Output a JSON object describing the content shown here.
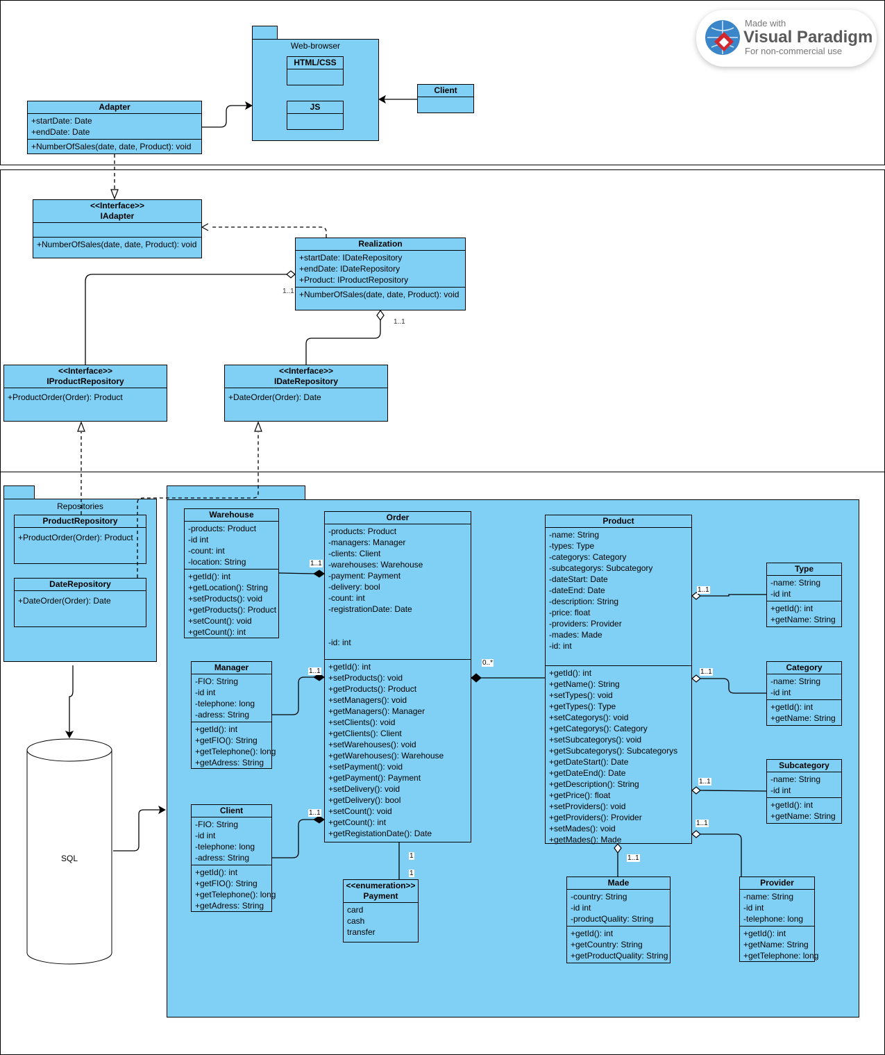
{
  "watermark": {
    "made_with": "Made with",
    "brand": "Visual Paradigm",
    "note": "For non-commercial use"
  },
  "web_browser": {
    "name": "Web-browser",
    "html_css": "HTML/CSS",
    "js": "JS"
  },
  "client_box": {
    "name": "Client"
  },
  "adapter": {
    "name": "Adapter",
    "attrs": [
      "+startDate:  Date",
      "+endDate: Date"
    ],
    "ops": [
      "+NumberOfSales(date, date, Product):  void"
    ]
  },
  "iadapter": {
    "stereotype": "<<Interface>>",
    "name": "IAdapter",
    "ops": [
      "+NumberOfSales(date, date, Product):  void"
    ]
  },
  "realization": {
    "name": "Realization",
    "attrs": [
      "+startDate: IDateRepository",
      "+endDate: IDateRepository",
      "+Product: IProductRepository"
    ],
    "ops": [
      "+NumberOfSales(date, date, Product):  void"
    ]
  },
  "iproductrepository": {
    "stereotype": "<<Interface>>",
    "name": "IProductRepository",
    "ops": [
      "+ProductOrder(Order): Product"
    ]
  },
  "idaterepository": {
    "stereotype": "<<Interface>>",
    "name": "IDateRepository",
    "ops": [
      "+DateOrder(Order): Date"
    ]
  },
  "repositories": {
    "name": "Repositories"
  },
  "productrepository": {
    "name": "ProductRepository",
    "ops": [
      "+ProductOrder(Order): Product"
    ]
  },
  "daterepository": {
    "name": "DateRepository",
    "ops": [
      "+DateOrder(Order): Date"
    ]
  },
  "sql": {
    "name": "SQL"
  },
  "warehouse": {
    "name": "Warehouse",
    "attrs": [
      "-products: Product",
      "-id int",
      "-count: int",
      "-location: String"
    ],
    "ops": [
      "+getId(): int",
      "+getLocation(): String",
      "+setProducts(): void",
      "+getProducts(): Product",
      "+setCount(): void",
      "+getCount(): int"
    ]
  },
  "manager": {
    "name": "Manager",
    "attrs": [
      "-FIO: String",
      "-id int",
      "-telephone: long",
      "-adress: String"
    ],
    "ops": [
      "+getId(): int",
      "+getFIO(): String",
      "+getTelephone(): long",
      "+getAdress: String"
    ]
  },
  "client": {
    "name": "Client",
    "attrs": [
      "-FIO: String",
      "-id int",
      "-telephone: long",
      "-adress: String"
    ],
    "ops": [
      "+getId(): int",
      "+getFIO(): String",
      "+getTelephone(): long",
      "+getAdress: String"
    ]
  },
  "order": {
    "name": "Order",
    "attrs": [
      "-products: Product",
      "-managers: Manager",
      "-clients: Client",
      "-warehouses: Warehouse",
      "-payment: Payment",
      "-delivery: bool",
      "-count: int",
      "-registrationDate: Date",
      "",
      "",
      "-id: int"
    ],
    "ops": [
      "+getId(): int",
      "+setProducts(): void",
      "+getProducts(): Product",
      "+setManagers(): void",
      "+getManagers(): Manager",
      "+setClients(): void",
      "+getClients(): Client",
      "+setWarehouses(): void",
      "+getWarehouses(): Warehouse",
      "+setPayment(): void",
      "+getPayment(): Payment",
      "+setDelivery(): void",
      "+getDelivery(): bool",
      "+setCount(): void",
      "+getCount(): int",
      "+getRegistationDate(): Date"
    ]
  },
  "payment": {
    "stereotype": "<<enumeration>>",
    "name": "Payment",
    "values": [
      "card",
      "cash",
      "transfer"
    ]
  },
  "product": {
    "name": "Product",
    "attrs": [
      "-name: String",
      "-types: Type",
      "-categorys: Category",
      "-subcategorys: Subcategory",
      "-dateStart: Date",
      "-dateEnd: Date",
      "-description: String",
      "-price: float",
      "-providers: Provider",
      "-mades: Made",
      "-id: int"
    ],
    "ops": [
      "+getId(): int",
      "+getName(): String",
      "+setTypes(): void",
      "+getTypes(): Type",
      "+setCategorys(): void",
      "+getCategorys(): Category",
      "+setSubcategorys(): void",
      "+getSubcategorys(): Subcategorys",
      "+getDateStart(): Date",
      "+getDateEnd(): Date",
      "+getDescription(): String",
      "+getPrice(): float",
      "+setProviders(): void",
      "+getProviders():  Provider",
      "+setMades(): void",
      "+getMades(): Made"
    ]
  },
  "type": {
    "name": "Type",
    "attrs": [
      "-name: String",
      "-id int"
    ],
    "ops": [
      "+getId(): int",
      "+getName: String"
    ]
  },
  "category": {
    "name": "Category",
    "attrs": [
      "-name: String",
      "-id int"
    ],
    "ops": [
      "+getId(): int",
      "+getName: String"
    ]
  },
  "subcategory": {
    "name": "Subcategory",
    "attrs": [
      "-name: String",
      "-id int"
    ],
    "ops": [
      "+getId(): int",
      "+getName: String"
    ]
  },
  "made": {
    "name": "Made",
    "attrs": [
      "-country: String",
      "-id int",
      "-productQuality: String"
    ],
    "ops": [
      "+getId(): int",
      "+getCountry: String",
      "+getProductQuality: String"
    ]
  },
  "provider": {
    "name": "Provider",
    "attrs": [
      "-name: String",
      "-id int",
      "-telephone: long"
    ],
    "ops": [
      "+getId(): int",
      "+getName: String",
      "+getTelephone: long"
    ]
  },
  "multiplicity": {
    "realization_product": "1..1",
    "realization_date": "1..1",
    "warehouse_order": "1..1",
    "manager_order": "1..1",
    "client_order": "1..1",
    "order_product": "0..*",
    "order_payment_top": "1",
    "order_payment_bottom": "1",
    "type_product": "1..1",
    "category_product": "1..1",
    "subcategory_product": "1..1",
    "provider_product": "1..1",
    "made_product": "1..1"
  },
  "colors": {
    "fill": "#7fd0f4",
    "line": "#000000"
  }
}
